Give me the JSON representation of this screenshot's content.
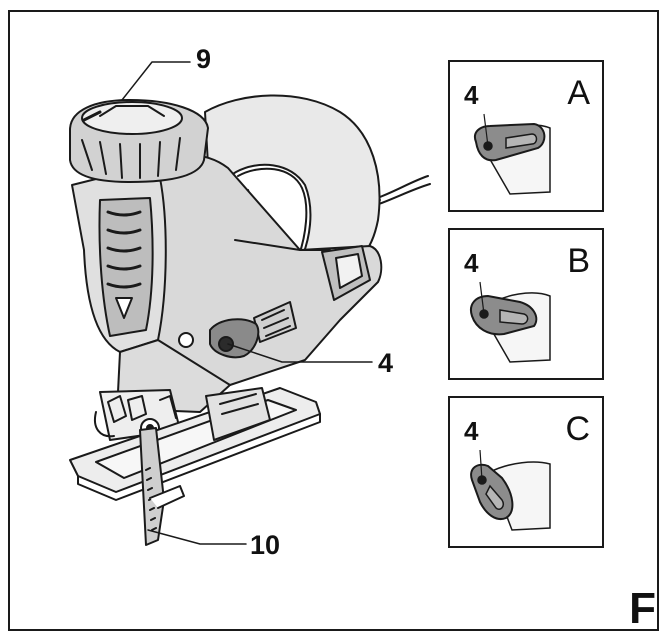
{
  "figure": {
    "letter": "F",
    "callouts": {
      "speed_dial": "9",
      "lever": "4",
      "blade": "10"
    },
    "panels": [
      {
        "letter": "A",
        "part": "4",
        "lever_position": "left"
      },
      {
        "letter": "B",
        "part": "4",
        "lever_position": "center"
      },
      {
        "letter": "C",
        "part": "4",
        "lever_position": "right"
      }
    ]
  }
}
